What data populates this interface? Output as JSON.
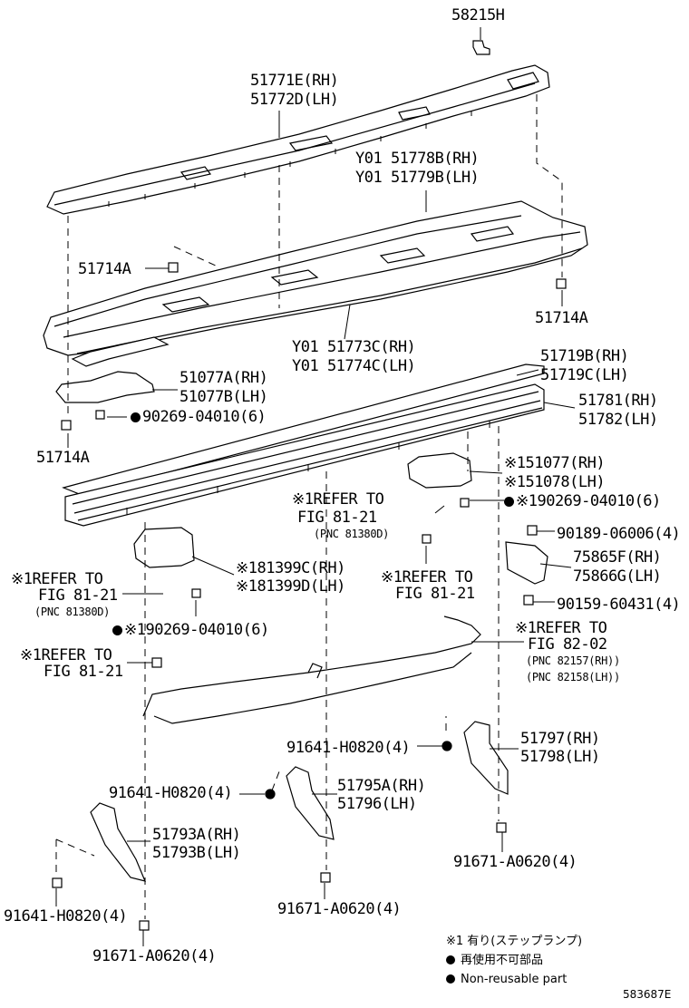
{
  "labels": {
    "p58215h": "58215H",
    "p51771": "51771E(RH)",
    "p51772": "51772D(LH)",
    "p51778": "Y01 51778B(RH)",
    "p51779": "Y01 51779B(LH)",
    "p51714a_1": "51714A",
    "p51714a_2": "51714A",
    "p51714a_3": "51714A",
    "p51773": "Y01 51773C(RH)",
    "p51774": "Y01 51774C(LH)",
    "p51719b": "51719B(RH)",
    "p51719c": "51719C(LH)",
    "p51077a": "51077A(RH)",
    "p51077b": "51077B(LH)",
    "p90269_1": "90269-04010(6)",
    "p51781": "51781(RH)",
    "p51782": "51782(LH)",
    "p51077r": "※151077(RH)",
    "p51078r": "※151078(LH)",
    "ref_a1": "※1REFER TO",
    "ref_a2": "FIG 81-21",
    "ref_a3": "(PNC 81380D)",
    "p90269_2": "※190269-04010(6)",
    "p90189": "90189-06006(4)",
    "p75865": "75865F(RH)",
    "p75866": "75866G(LH)",
    "p81399c": "※181399C(RH)",
    "p81399d": "※181399D(LH)",
    "ref_b1": "※1REFER TO",
    "ref_b2": "FIG 81-21",
    "ref_b3": "(PNC 81380D)",
    "ref_c1": "※1REFER TO",
    "ref_c2": "FIG 81-21",
    "p90159": "90159-60431(4)",
    "p90269_3": "※190269-04010(6)",
    "ref_d1": "※1REFER TO",
    "ref_d2": "FIG 82-02",
    "ref_d3": "(PNC 82157(RH))",
    "ref_d4": "(PNC 82158(LH))",
    "ref_e1": "※1REFER TO",
    "ref_e2": "FIG 81-21",
    "p91641_1": "91641-H0820(4)",
    "p51797": "51797(RH)",
    "p51798": "51798(LH)",
    "p91641_2": "91641-H0820(4)",
    "p51795": "51795A(RH)",
    "p51796": "51796(LH)",
    "p51793a": "51793A(RH)",
    "p51793b": "51793B(LH)",
    "p91671_1": "91671-A0620(4)",
    "p91641_3": "91641-H0820(4)",
    "p91671_2": "91671-A0620(4)",
    "p91671_3": "91671-A0620(4)"
  },
  "legend": {
    "note1": "※1 有り(ステップランプ)",
    "note2": "再使用不可部品",
    "note3": "Non-reusable part"
  },
  "diagram_code": "583687E"
}
